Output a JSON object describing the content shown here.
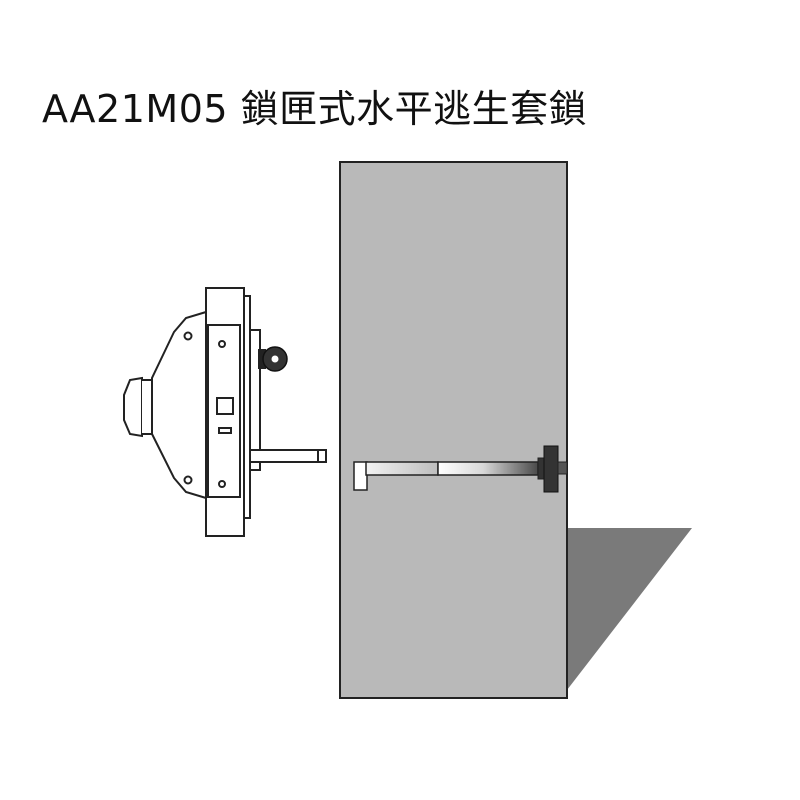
{
  "title": "AA21M05 鎖匣式水平逃生套鎖",
  "colors": {
    "door_fill": "#b9b9b9",
    "shadow": "#7a7a7a",
    "outline": "#222222",
    "handle_dark": "#333333"
  },
  "icons": [
    "lock-body-illustration",
    "key-icon",
    "door-illustration",
    "push-bar-illustration",
    "door-shadow"
  ]
}
